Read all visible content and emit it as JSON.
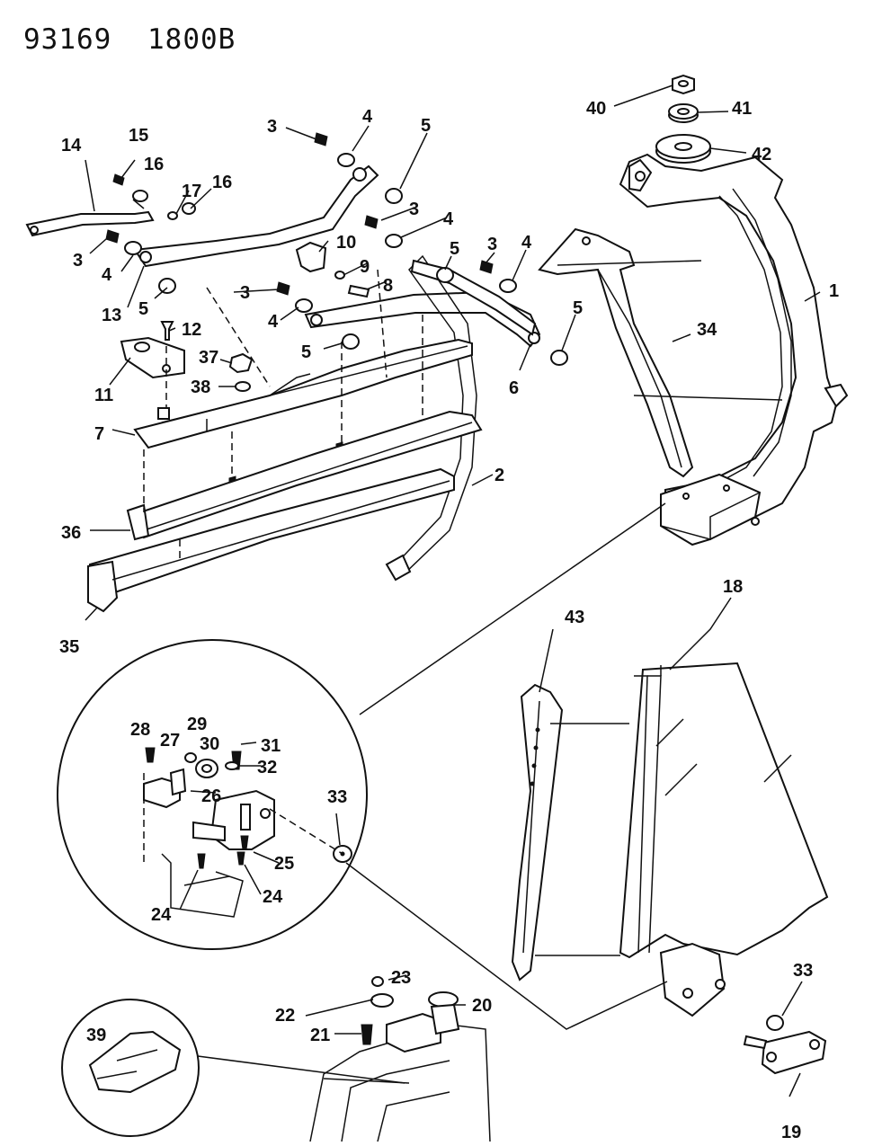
{
  "header": {
    "diagram_code": "93169",
    "figure_code": "1800B"
  },
  "callouts": [
    "1",
    "2",
    "3",
    "4",
    "5",
    "6",
    "7",
    "8",
    "9",
    "10",
    "11",
    "12",
    "13",
    "14",
    "15",
    "16",
    "17",
    "18",
    "19",
    "20",
    "21",
    "22",
    "23",
    "24",
    "25",
    "26",
    "27",
    "28",
    "29",
    "30",
    "31",
    "32",
    "33",
    "34",
    "35",
    "36",
    "37",
    "38",
    "39",
    "40",
    "41",
    "42",
    "43"
  ],
  "colors": {
    "ink": "#111111",
    "paper": "#ffffff"
  }
}
